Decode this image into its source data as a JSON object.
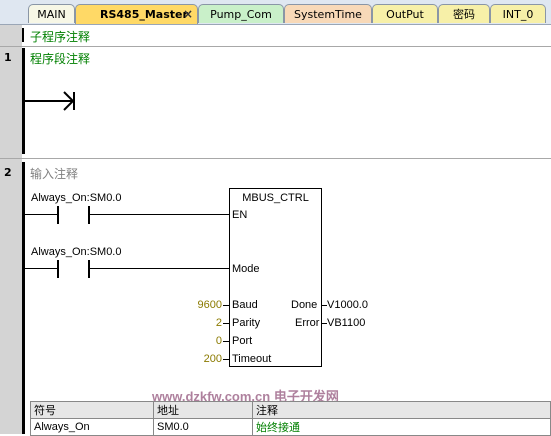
{
  "tabs": [
    {
      "label": "MAIN",
      "active": false
    },
    {
      "label": "RS485_Master",
      "active": true
    },
    {
      "label": "Pump_Com",
      "active": false
    },
    {
      "label": "SystemTime",
      "active": false
    },
    {
      "label": "OutPut",
      "active": false
    },
    {
      "label": "密码",
      "active": false
    },
    {
      "label": "INT_0",
      "active": false
    }
  ],
  "tab_close": "×",
  "subroutine_comment": "子程序注释",
  "networks": [
    {
      "number": "1",
      "comment": "程序段注释"
    },
    {
      "number": "2",
      "comment": "输入注释"
    }
  ],
  "network2": {
    "contact1_label": "Always_On:SM0.0",
    "contact2_label": "Always_On:SM0.0",
    "block": {
      "title": "MBUS_CTRL",
      "en": "EN",
      "mode": "Mode",
      "baud": "Baud",
      "parity": "Parity",
      "port": "Port",
      "timeout": "Timeout",
      "done": "Done",
      "error": "Error"
    },
    "inputs": {
      "baud": "9600",
      "parity": "2",
      "port": "0",
      "timeout": "200"
    },
    "outputs": {
      "done": "V1000.0",
      "error": "VB1100"
    }
  },
  "symbol_table": {
    "headers": [
      "符号",
      "地址",
      "注释"
    ],
    "rows": [
      [
        "Always_On",
        "SM0.0",
        "始终接通"
      ]
    ]
  },
  "watermark": "www.dzkfw.com.cn 电子开发网",
  "colors": {
    "comment": "#008000",
    "operand_value": "#8b7a00",
    "watermark": "#a06a8c"
  }
}
